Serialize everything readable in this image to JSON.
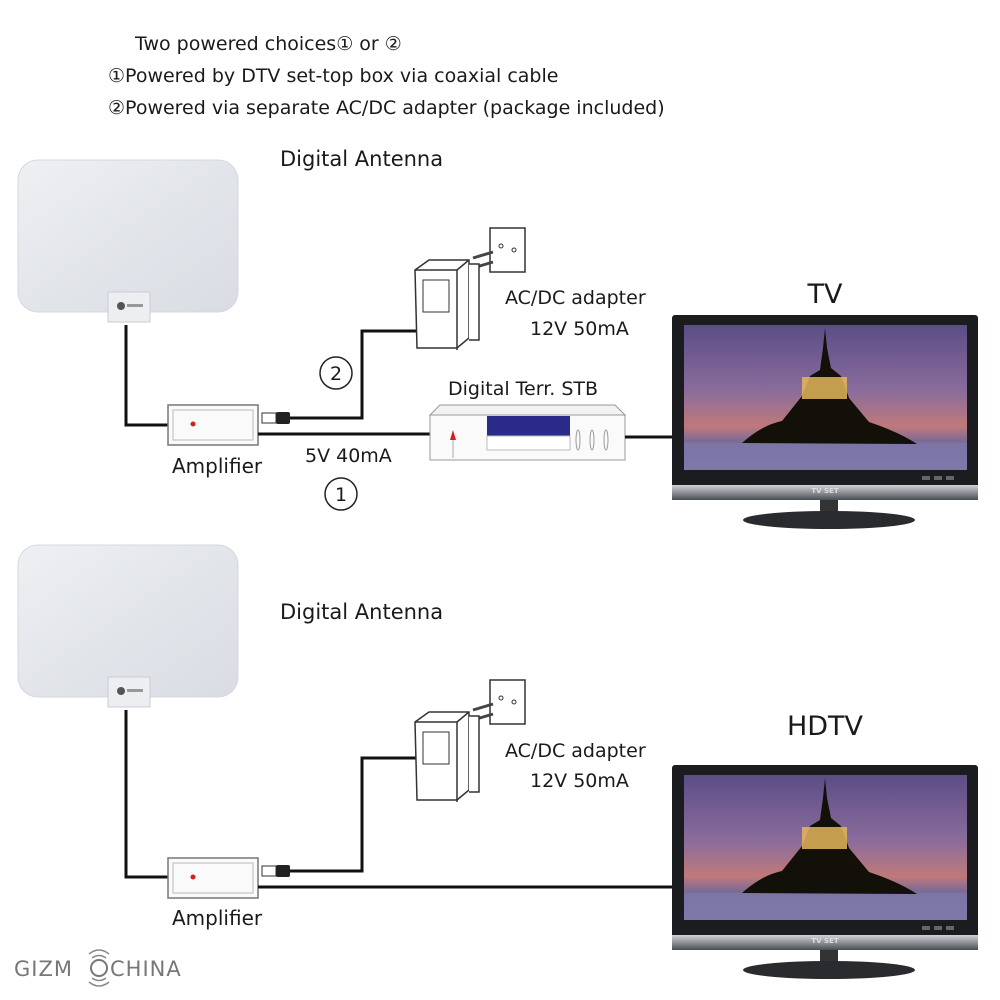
{
  "header": {
    "line1": "Two powered choices① or ②",
    "line2": "①Powered by DTV set-top box via coaxial cable",
    "line3": "②Powered via separate  AC/DC adapter (package included)"
  },
  "setup1": {
    "antenna_label": "Digital Antenna",
    "amplifier_label": "Amplifier",
    "adapter_label": "AC/DC adapter",
    "adapter_rating": "12V 50mA",
    "option2_marker": "2",
    "option1_marker": "1",
    "stb_label": "Digital Terr. STB",
    "stb_power": "5V 40mA",
    "tv_label": "TV",
    "tv_brand": "TV SET"
  },
  "setup2": {
    "antenna_label": "Digital Antenna",
    "amplifier_label": "Amplifier",
    "adapter_label": "AC/DC adapter",
    "adapter_rating": "12V 50mA",
    "tv_label": "HDTV",
    "tv_brand": "TV SET"
  },
  "watermark": {
    "left": "GIZM",
    "right": "CHINA"
  },
  "colors": {
    "cable": "#111111",
    "led": "#d42020",
    "stb_display": "#2a2a8a",
    "antenna": "#e4e7ec"
  }
}
